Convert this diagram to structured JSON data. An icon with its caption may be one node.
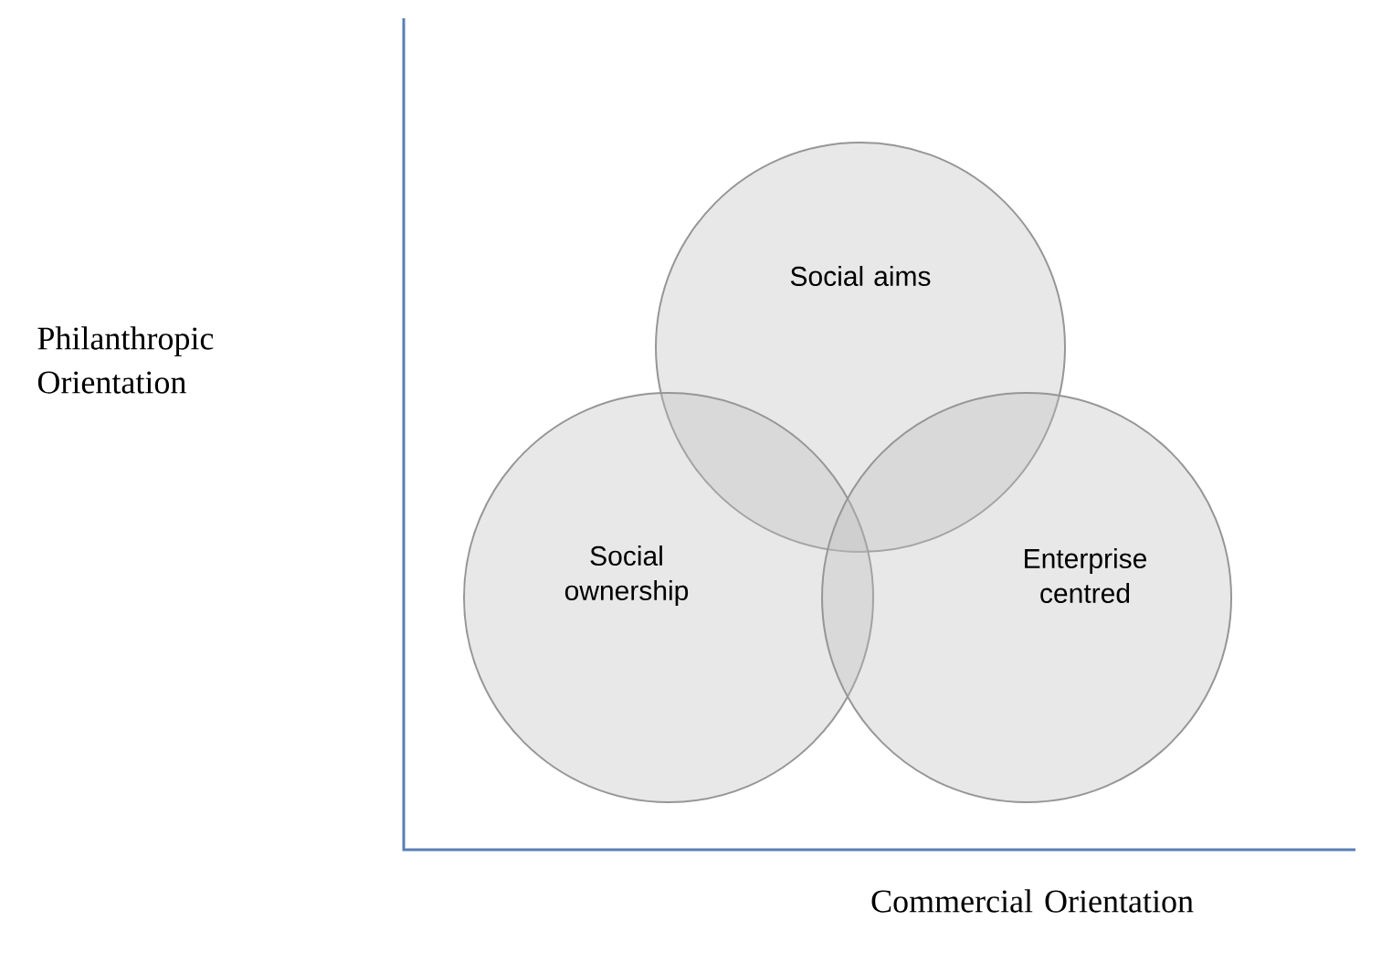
{
  "diagram": {
    "nodes": [
      {
        "text": [
          "Social aims"
        ]
      },
      {
        "text": [
          "Social ownership"
        ]
      },
      {
        "text": [
          "Enterprise centred"
        ]
      }
    ],
    "labels": [
      "Philanthropic Orientation",
      "Commercial Orientation"
    ]
  }
}
